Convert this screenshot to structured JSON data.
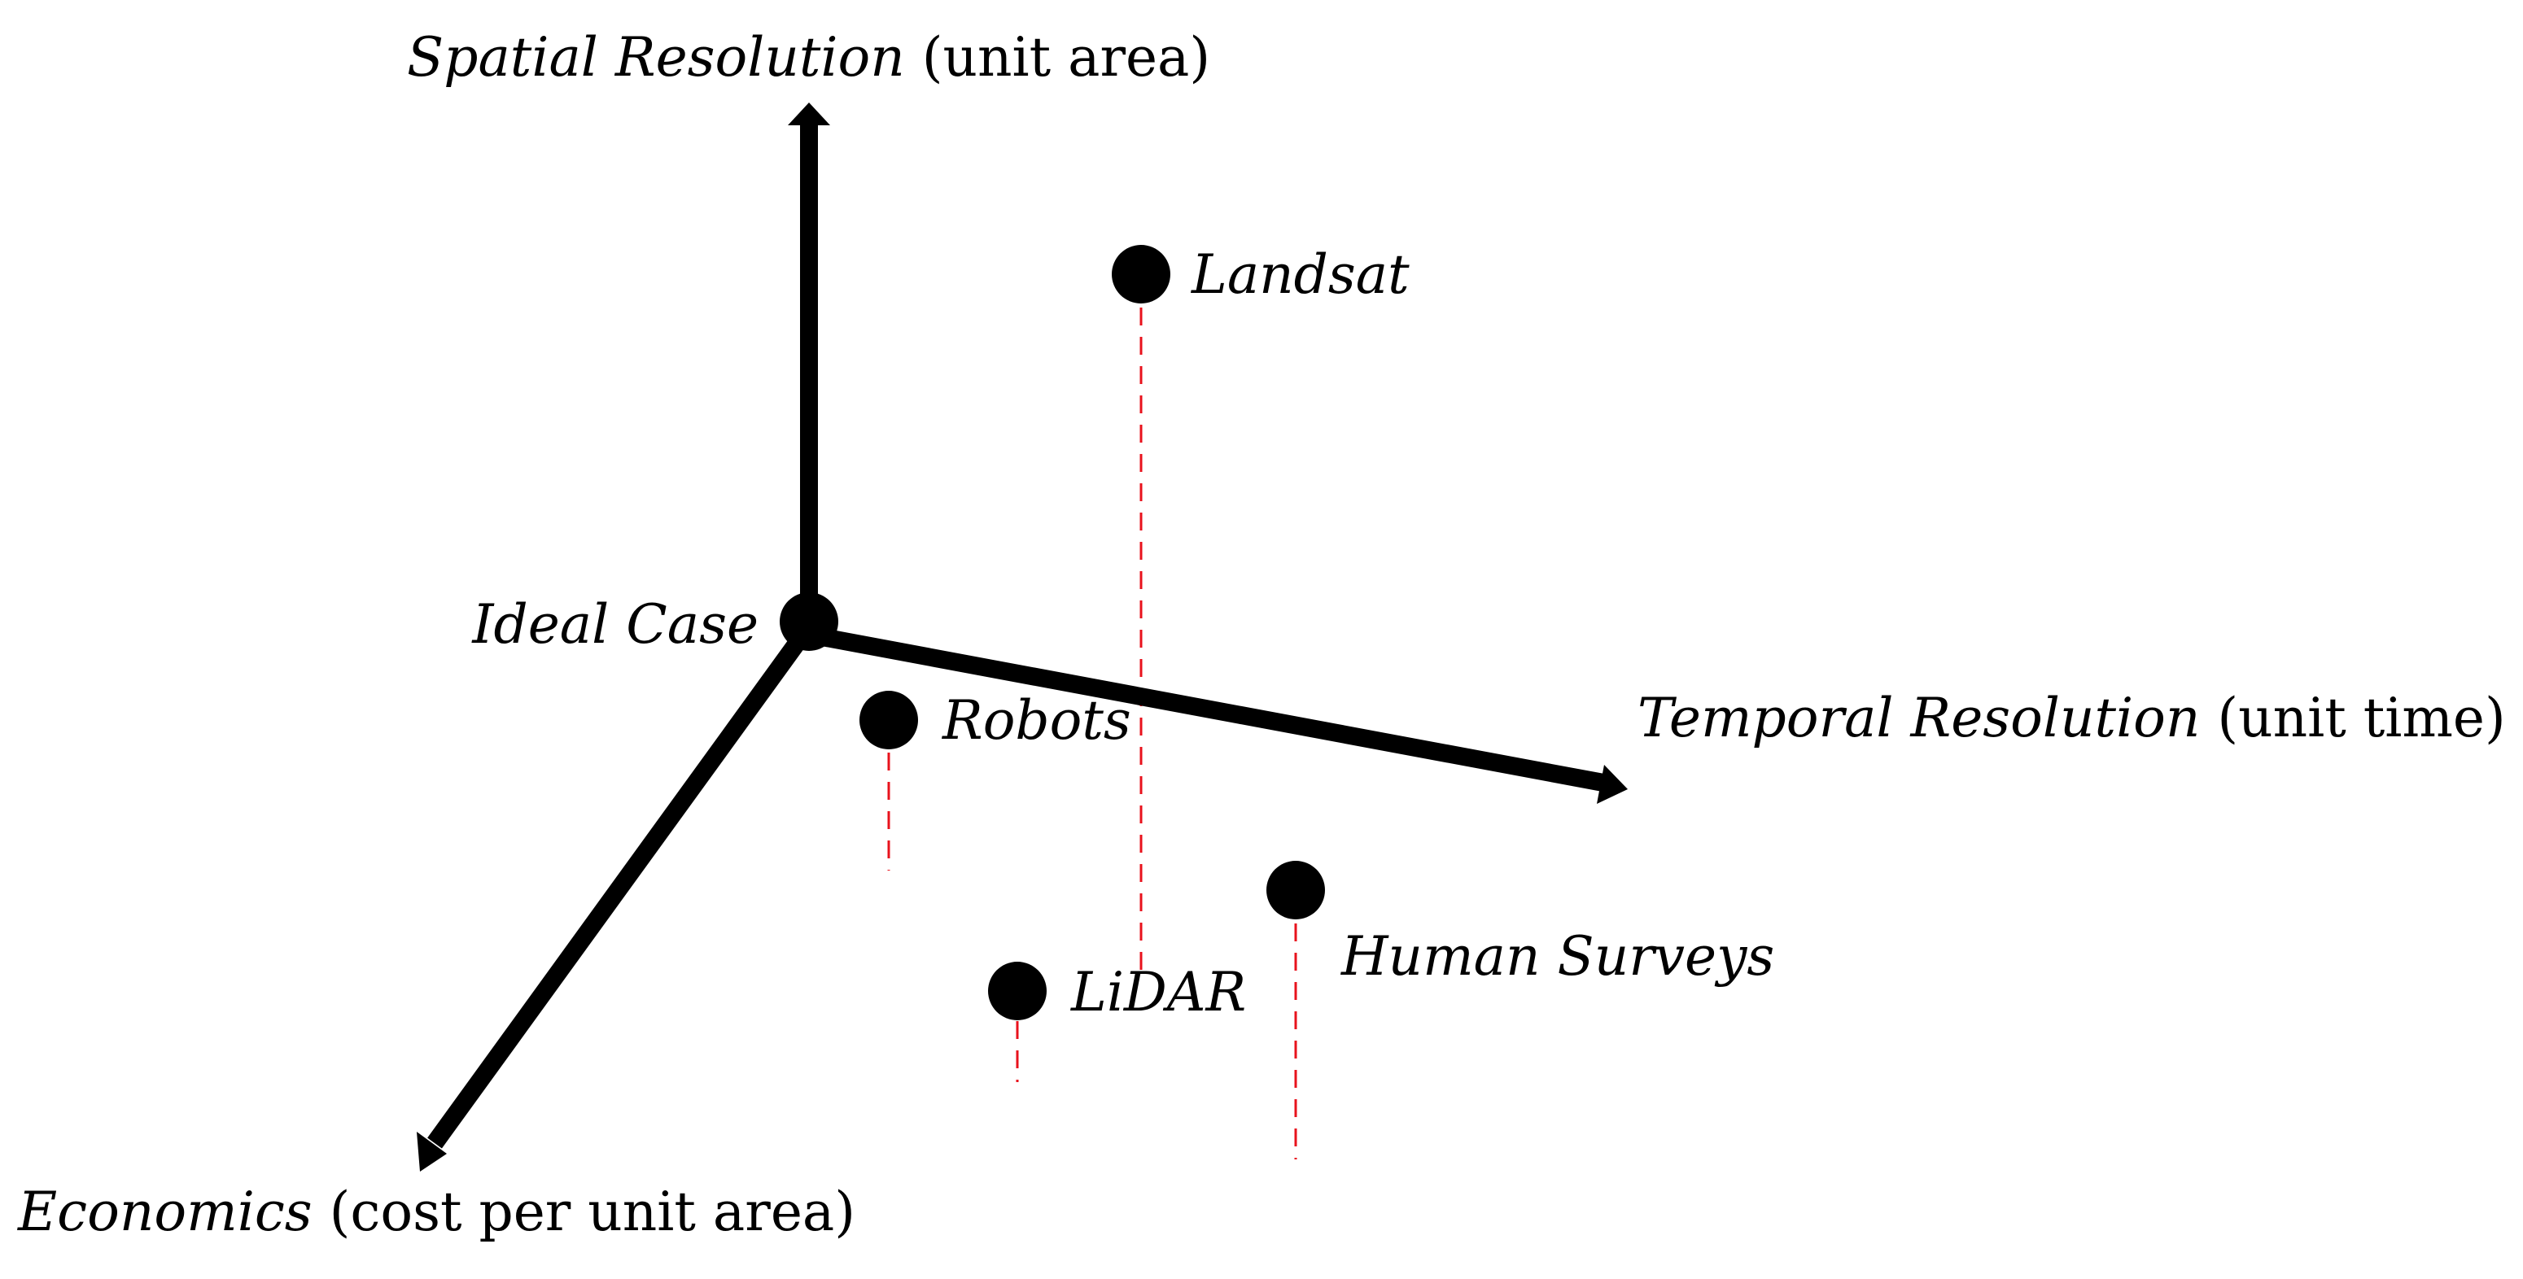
{
  "axes": {
    "spatial": {
      "label": "Spatial Resolution",
      "unit": "(unit area)"
    },
    "temporal": {
      "label": "Temporal Resolution",
      "unit": "(unit time)"
    },
    "economics": {
      "label": "Economics",
      "unit": "(cost per unit area)"
    }
  },
  "points": {
    "ideal": {
      "label": "Ideal Case"
    },
    "landsat": {
      "label": "Landsat"
    },
    "robots": {
      "label": "Robots"
    },
    "lidar": {
      "label": "LiDAR"
    },
    "human_surveys": {
      "label": "Human Surveys"
    }
  },
  "colors": {
    "axis": "#000000",
    "point": "#000000",
    "drop_line": "#e8121c"
  }
}
